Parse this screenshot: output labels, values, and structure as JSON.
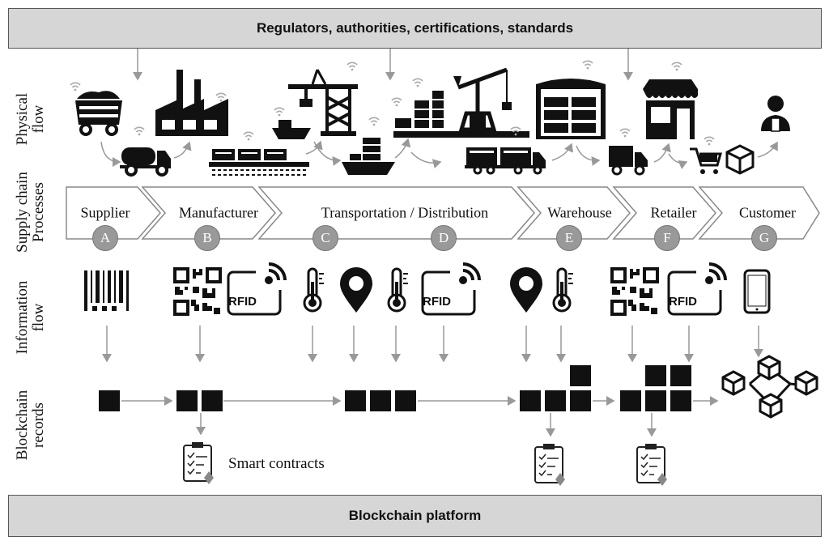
{
  "header": {
    "title": "Regulators, authorities, certifications, standards"
  },
  "footer": {
    "title": "Blockchain platform"
  },
  "rows": {
    "physical": "Physical flow",
    "processes": "Supply chain Processes",
    "information": "Information flow",
    "records": "Blockchain records"
  },
  "stages": [
    {
      "label": "Supplier",
      "letter": "A"
    },
    {
      "label": "Manufacturer",
      "letter": "B"
    },
    {
      "label": "Transportation / Distribution",
      "letters": [
        "C",
        "D"
      ]
    },
    {
      "label": "Warehouse",
      "letter": "E"
    },
    {
      "label": "Retailer",
      "letter": "F"
    },
    {
      "label": "Customer",
      "letter": "G"
    }
  ],
  "rfid_text": "RFID",
  "smart_contracts": "Smart contracts",
  "icons": {
    "physical": [
      "mine-cart-icon",
      "factory-icon",
      "port-crane-icon",
      "cargo-ship-icon",
      "tanker-truck-icon",
      "conveyor-icon",
      "container-stack-icon",
      "harbor-crane-icon",
      "cargo-truck-icon",
      "warehouse-icon",
      "delivery-truck-icon",
      "store-icon",
      "shopping-cart-icon",
      "package-icon",
      "customer-icon"
    ],
    "information": [
      "barcode-icon",
      "qr-code-icon",
      "rfid-tag-icon",
      "thermometer-icon",
      "location-pin-icon",
      "smartphone-icon"
    ],
    "records": [
      "block-icon",
      "smart-contract-icon",
      "blockchain-network-icon"
    ]
  }
}
